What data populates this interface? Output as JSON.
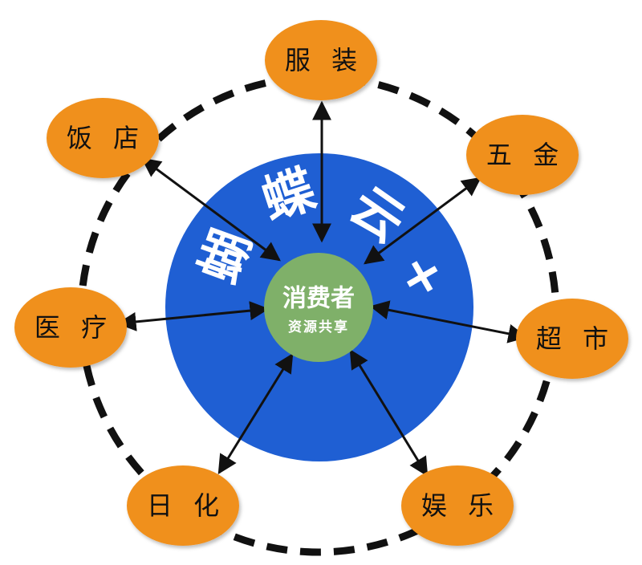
{
  "diagram": {
    "brand": {
      "chars": [
        "蝴",
        "蝶",
        "云",
        "+"
      ]
    },
    "center": {
      "title": "消费者",
      "subtitle": "资源共享"
    },
    "nodes": [
      {
        "id": "clothing",
        "label": "服 装"
      },
      {
        "id": "hardware",
        "label": "五 金"
      },
      {
        "id": "supermarket",
        "label": "超 市"
      },
      {
        "id": "entertainment",
        "label": "娱 乐"
      },
      {
        "id": "daily",
        "label": "日 化"
      },
      {
        "id": "medical",
        "label": "医 疗"
      },
      {
        "id": "restaurant",
        "label": "饭 店"
      }
    ],
    "colors": {
      "node_fill": "#F0901E",
      "blue_circle": "#1F5FD3",
      "center_green": "#7FB069",
      "arrow": "#111111",
      "dashed_ring": "#111111"
    }
  }
}
